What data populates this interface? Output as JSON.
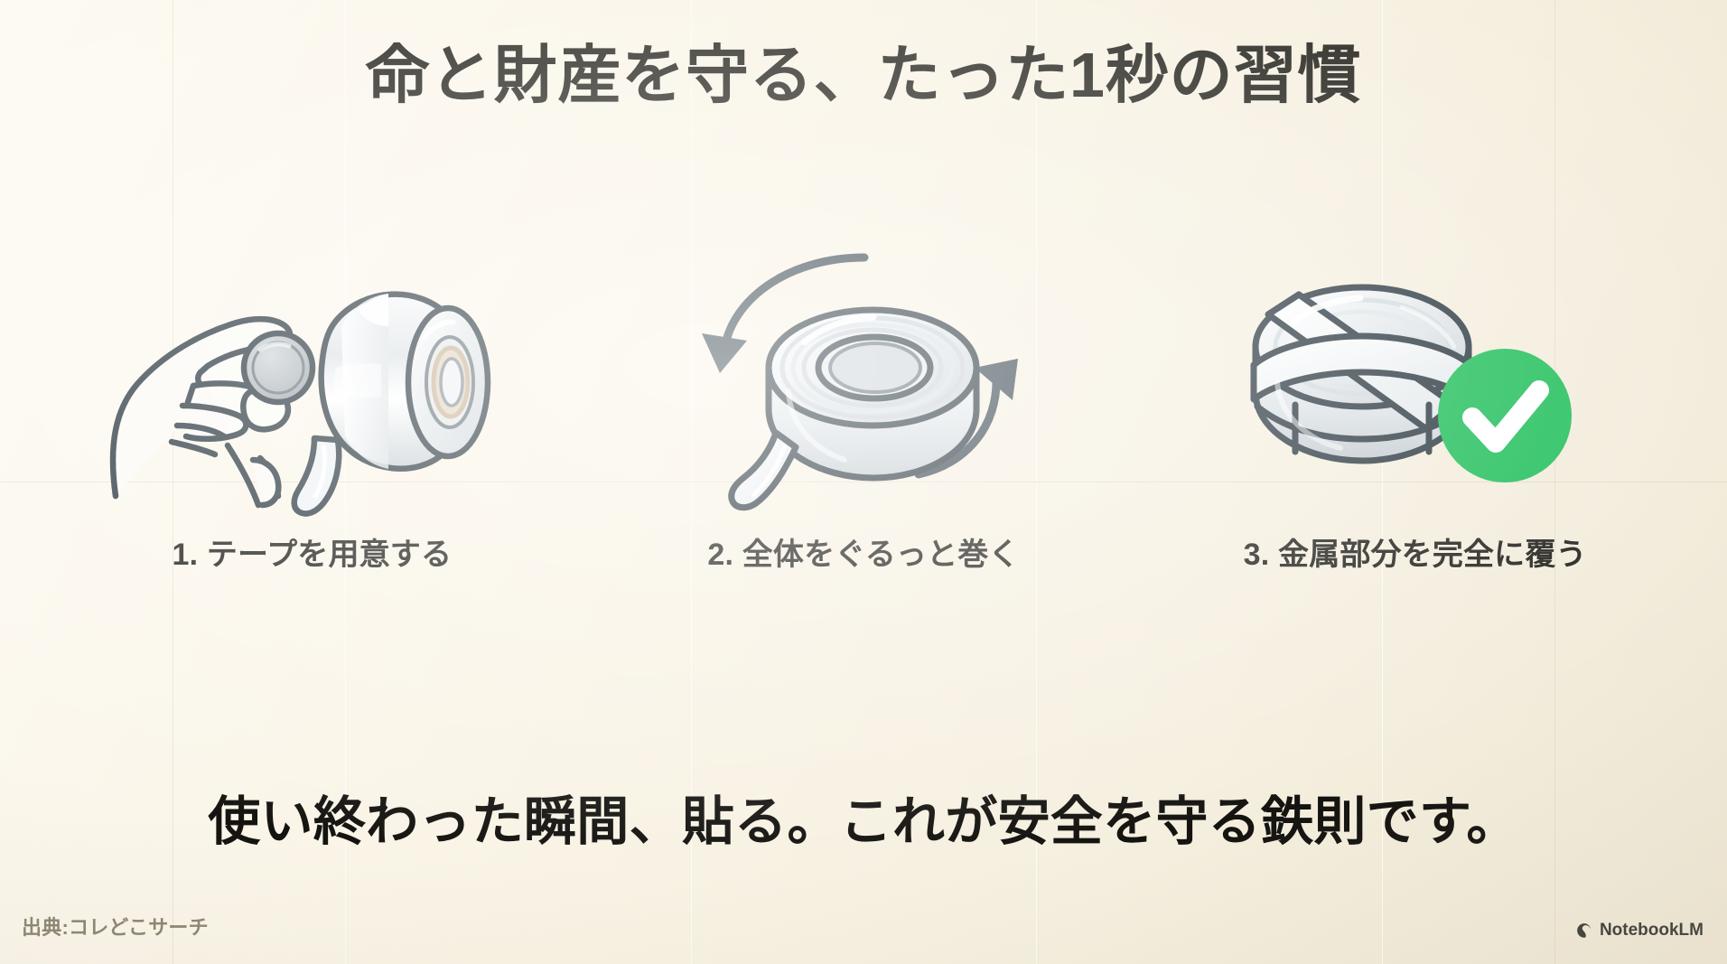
{
  "slide": {
    "title": "命と財産を守る、たった1秒の習慣",
    "tagline": "使い終わった瞬間、貼る。これが安全を守る鉄則です。",
    "background_color": "#f7f2e4",
    "title_color": "#2b2a24",
    "tagline_color": "#141310"
  },
  "steps": [
    {
      "number": "1.",
      "caption": "1. テープを用意する",
      "illustration": "hand-holding-coin-battery-and-tape-roll"
    },
    {
      "number": "2.",
      "caption": "2. 全体をぐるっと巻く",
      "illustration": "tape-roll-with-rotation-arrows"
    },
    {
      "number": "3.",
      "caption": "3. 金属部分を完全に覆う",
      "illustration": "battery-fully-wrapped-with-tape-and-green-check"
    }
  ],
  "badge": {
    "name": "green-check-badge",
    "color": "#21bf5b",
    "glyph": "check"
  },
  "footer": {
    "source": "出典:コレどこサーチ",
    "source_color": "#8b8372",
    "brand": "NotebookLM",
    "brand_color": "#3a3a36"
  },
  "palette": {
    "ink": "#2f3c44",
    "ink_soft": "#3d4a52",
    "tape_light": "#f3f5f6",
    "tape_mid": "#d8dde0",
    "tape_shade": "#c3cace",
    "core_tan": "#c9b69a",
    "metal": "#adb5ba",
    "paper": "#f7f2e4"
  }
}
